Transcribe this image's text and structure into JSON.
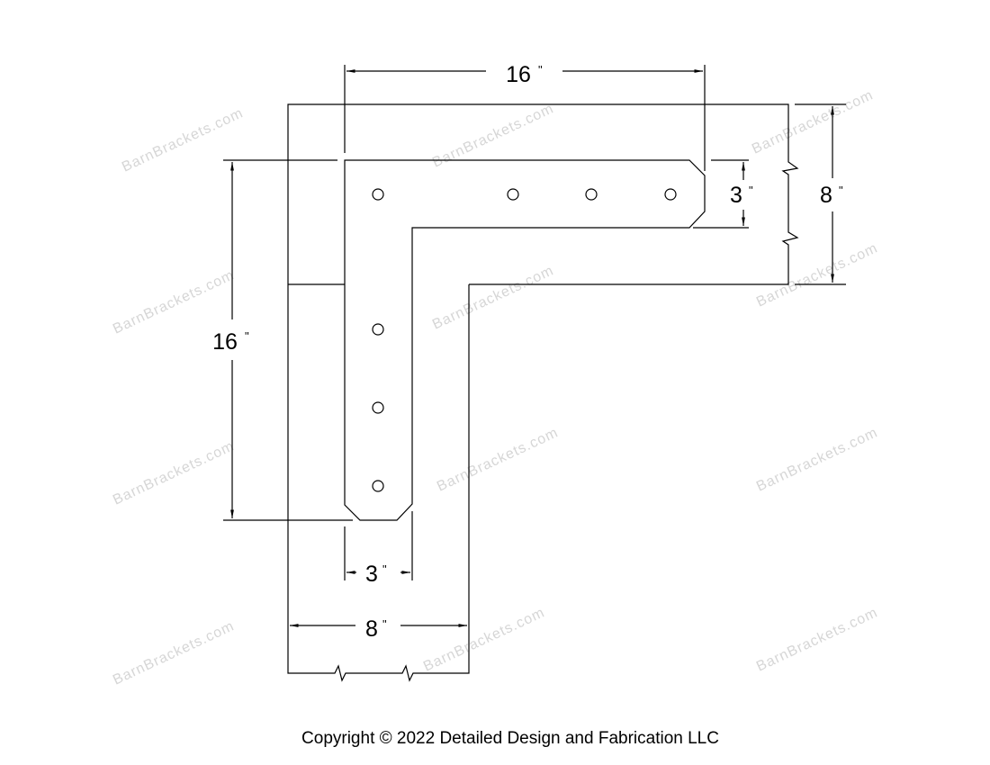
{
  "watermark": "BarnBrackets.com",
  "dimensions": {
    "top_length": "16",
    "left_length": "16",
    "bracket_width_right": "3",
    "beam_depth": "8",
    "bracket_width_bottom": "3",
    "post_width": "8",
    "inch_mark": "\""
  },
  "copyright": "Copyright © 2022 Detailed Design and Fabrication LLC"
}
